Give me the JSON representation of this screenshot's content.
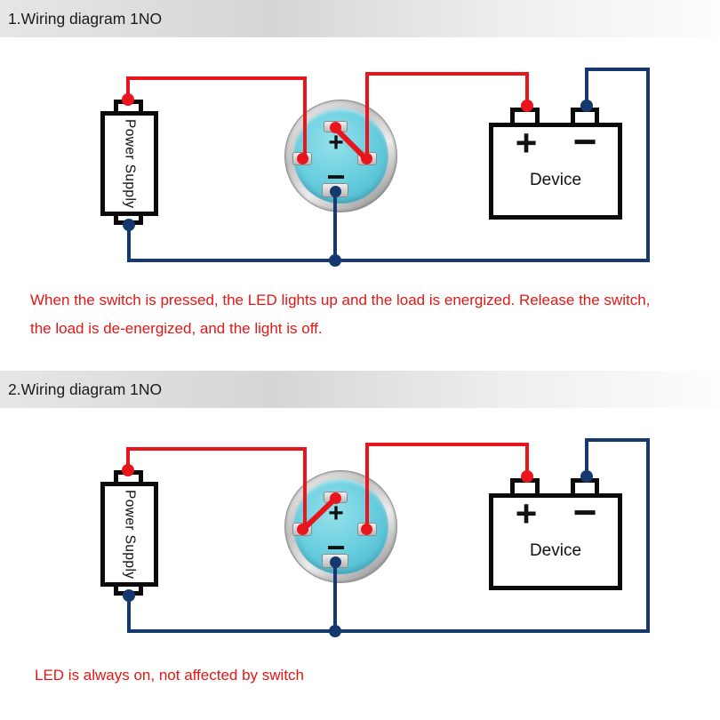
{
  "colors": {
    "wire_red": "#e8151c",
    "wire_blue": "#15396f",
    "caption_red": "#e41714",
    "switch_face_cyan": "#6cd0e0",
    "header_gray": "#d6d6d6",
    "component_border": "#0a0a0a"
  },
  "symbols": {
    "plus": "+",
    "minus": "−"
  },
  "sections": [
    {
      "header": "1.Wiring diagram 1NO",
      "power_supply_label": "Power Supply",
      "device_label": "Device",
      "switch_bridge": "top-to-right",
      "caption_lines": [
        "When the switch is pressed, the LED lights up and the load is energized. Release the switch,",
        "the load is de-energized, and the light is off."
      ]
    },
    {
      "header": "2.Wiring diagram 1NO",
      "power_supply_label": "Power Supply",
      "device_label": "Device",
      "switch_bridge": "top-to-left",
      "caption_lines": [
        "LED is always on, not affected by switch"
      ]
    }
  ]
}
